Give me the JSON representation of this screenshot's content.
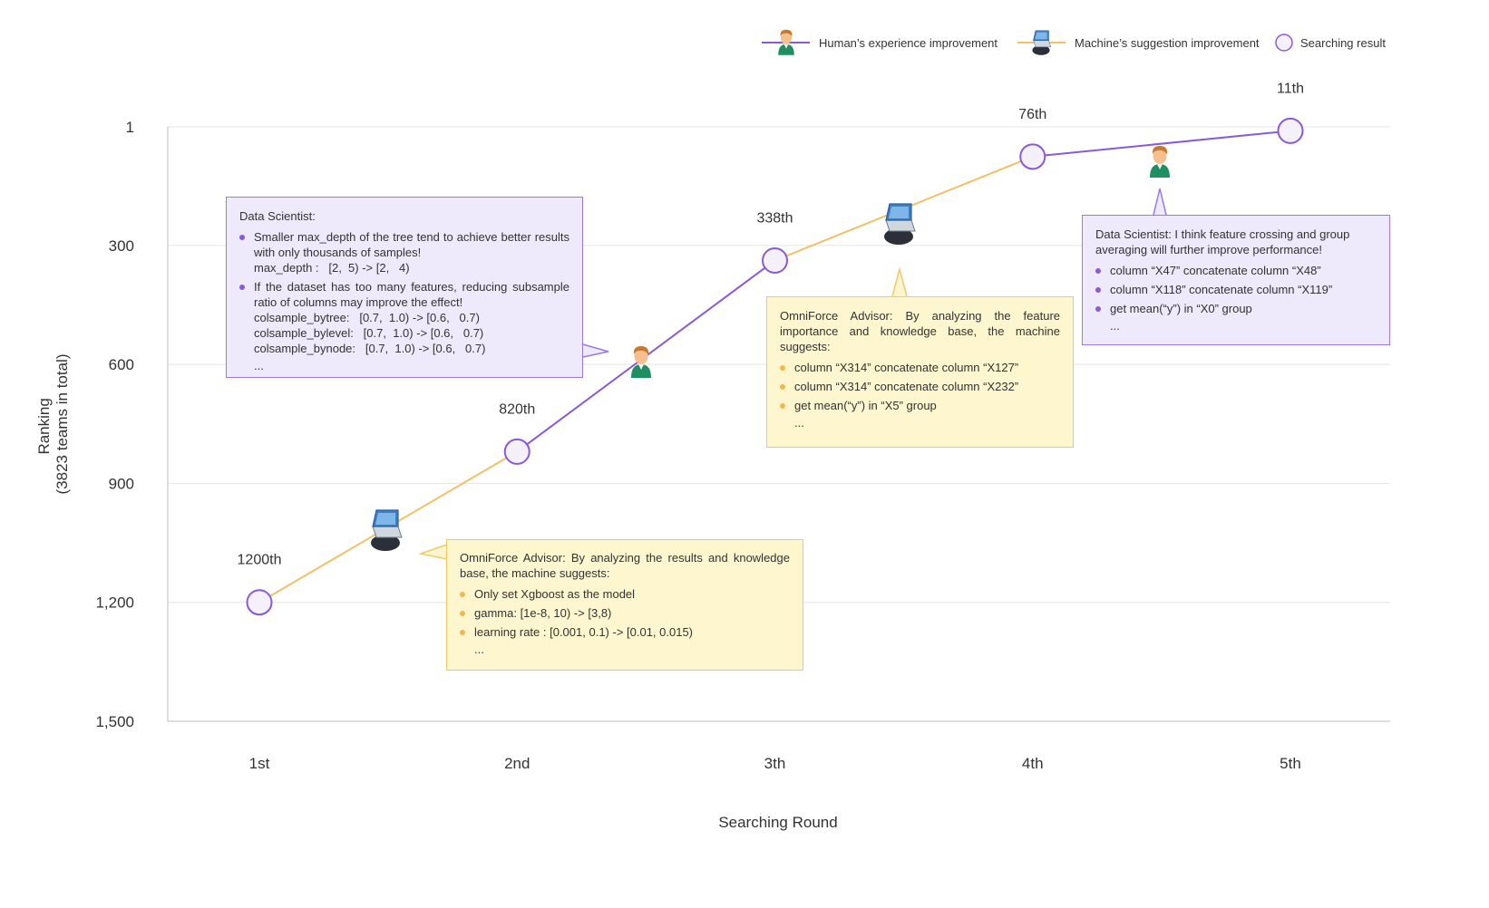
{
  "legend": {
    "human": "Human’s experience improvement",
    "machine": "Machine’s suggestion improvement",
    "result": "Searching result"
  },
  "colors": {
    "human_line": "#8a5ad6",
    "machine_line": "#f2c066",
    "marker_fill": "#f4f0fc",
    "marker_stroke": "#8a5ad6",
    "purple_box_fill": "#eee9fb",
    "purple_box_stroke": "#9c78e0",
    "yellow_box_fill": "#fdf6cf",
    "yellow_box_stroke": "#f0c968"
  },
  "chart_data": {
    "type": "line",
    "xlabel": "Searching Round",
    "ylabel": [
      "Ranking",
      "(3823 teams in total)"
    ],
    "categories": [
      "1st",
      "2nd",
      "3th",
      "4th",
      "5th"
    ],
    "y_ticks": [
      1,
      300,
      600,
      900,
      1200,
      1500
    ],
    "y_tick_labels": [
      "1",
      "300",
      "600",
      "900",
      "1,200",
      "1,500"
    ],
    "ylim": [
      1,
      1500
    ],
    "y_inverted": true,
    "grid": "horizontal",
    "points": [
      {
        "round": "1st",
        "rank": 1200,
        "label": "1200th"
      },
      {
        "round": "2nd",
        "rank": 820,
        "label": "820th"
      },
      {
        "round": "3th",
        "rank": 338,
        "label": "338th"
      },
      {
        "round": "4th",
        "rank": 76,
        "label": "76th"
      },
      {
        "round": "5th",
        "rank": 11,
        "label": "11th"
      }
    ],
    "segments": [
      {
        "from": "1st",
        "to": "2nd",
        "kind": "machine"
      },
      {
        "from": "2nd",
        "to": "3th",
        "kind": "human"
      },
      {
        "from": "3th",
        "to": "4th",
        "kind": "machine"
      },
      {
        "from": "4th",
        "to": "5th",
        "kind": "human"
      }
    ]
  },
  "callouts": {
    "c1": {
      "head": "Data Scientist:",
      "items": [
        {
          "text": "Smaller max_depth of the tree tend to achieve better results with only thousands of samples!",
          "extra": [
            "max_depth :   [2,  5) -> [2,   4)"
          ]
        },
        {
          "text": "If the dataset has too many features, reducing subsample ratio of columns may improve the effect!",
          "extra": [
            "colsample_bytree:   [0.7,  1.0) -> [0.6,   0.7)",
            "colsample_bylevel:   [0.7,  1.0) -> [0.6,   0.7)",
            "colsample_bynode:   [0.7,  1.0) -> [0.6,   0.7)"
          ]
        }
      ],
      "ellipsis": "..."
    },
    "c2": {
      "head": "OmniForce Advisor: By analyzing the results and knowledge base, the machine suggests:",
      "items": [
        "Only set Xgboost as the model",
        "gamma:   [1e-8, 10) -> [3,8)",
        "learning rate :   [0.001, 0.1) -> [0.01, 0.015)"
      ],
      "ellipsis": "..."
    },
    "c3": {
      "head": "OmniForce Advisor: By analyzing the feature importance and knowledge base, the machine suggests:",
      "items": [
        "column “X314” concatenate column “X127”",
        "column “X314” concatenate column “X232”",
        "get mean(“y”) in “X5” group"
      ],
      "ellipsis": "..."
    },
    "c4": {
      "head": "Data Scientist:  I think feature crossing and group averaging will further improve performance!",
      "items": [
        "column “X47” concatenate column “X48”",
        "column “X118” concatenate column “X119”",
        "get mean(“y”) in “X0” group"
      ],
      "ellipsis": "..."
    }
  }
}
